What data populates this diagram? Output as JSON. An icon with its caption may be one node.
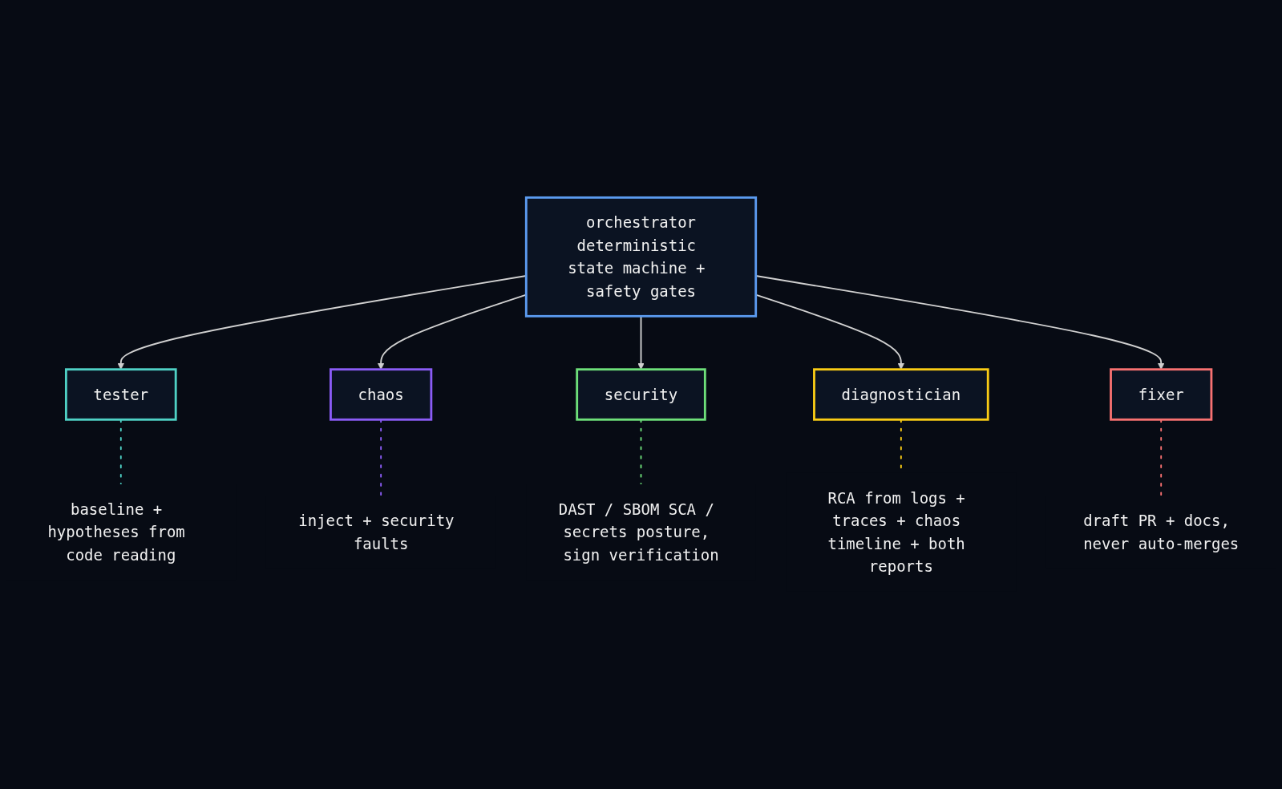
{
  "diagram": {
    "nodes": [
      {
        "text": [
          "orchestrator",
          "deterministic state machine + safety gates"
        ]
      },
      {
        "text": [
          "tester"
        ]
      },
      {
        "text": [
          "chaos"
        ]
      },
      {
        "text": [
          "security"
        ]
      },
      {
        "text": [
          "diagnostician"
        ]
      },
      {
        "text": [
          "fixer"
        ]
      },
      {
        "text": [
          "baseline + hypotheses from code reading"
        ]
      },
      {
        "text": [
          "inject + security faults"
        ]
      },
      {
        "text": [
          "DAST / SBOM SCA / secrets posture, sign verification"
        ]
      },
      {
        "text": [
          "RCA from logs + traces + chaos timeline + both reports"
        ]
      },
      {
        "text": [
          "draft PR + docs, never auto-merges"
        ]
      }
    ],
    "edges": [
      {
        "from": 0,
        "to": 1,
        "arrow": "to"
      },
      {
        "from": 0,
        "to": 2,
        "arrow": "to"
      },
      {
        "from": 0,
        "to": 3,
        "arrow": "to"
      },
      {
        "from": 0,
        "to": 4,
        "arrow": "to"
      },
      {
        "from": 0,
        "to": 5,
        "arrow": "to"
      },
      {
        "from": 1,
        "to": 6,
        "arrow": "none",
        "style": "dashed",
        "color": "#4fd1c5"
      },
      {
        "from": 2,
        "to": 7,
        "arrow": "none",
        "style": "dashed",
        "color": "#8b5cf6"
      },
      {
        "from": 3,
        "to": 8,
        "arrow": "none",
        "style": "dashed",
        "color": "#6ee07a"
      },
      {
        "from": 4,
        "to": 9,
        "arrow": "none",
        "style": "dashed",
        "color": "#facc15"
      },
      {
        "from": 5,
        "to": 10,
        "arrow": "none",
        "style": "dashed",
        "color": "#f87171"
      }
    ]
  }
}
